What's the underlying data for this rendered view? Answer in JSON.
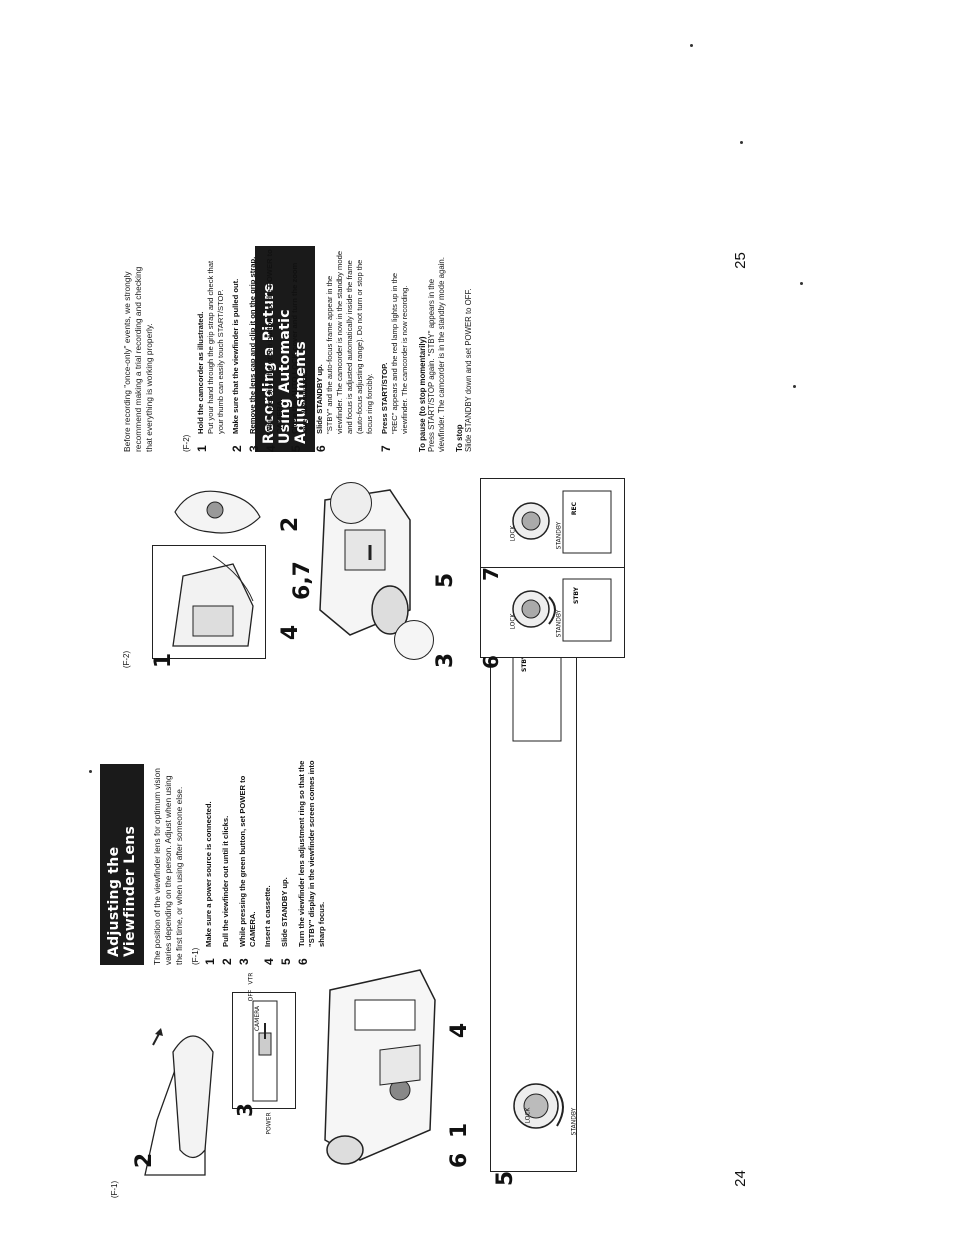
{
  "left": {
    "title": "Adjusting the Viewfinder Lens",
    "intro": "The position of the viewfinder lens for optimum vision varies depending on the person. Adjust when using the first time, or when using after someone else.",
    "fig_ref": "(F-1)",
    "fig_label_side": "(F-1)",
    "steps": [
      {
        "num": "1",
        "text": "Make sure a power source is connected."
      },
      {
        "num": "2",
        "text": "Pull the viewfinder out until it clicks."
      },
      {
        "num": "3",
        "text": "While pressing the green button, set POWER to CAMERA."
      },
      {
        "num": "4",
        "text": "Insert a cassette."
      },
      {
        "num": "5",
        "text": "Slide STANDBY up."
      },
      {
        "num": "6",
        "text": "Turn the viewfinder lens adjustment ring so that the \"STBY\" display in the viewfinder screen comes into sharp focus."
      }
    ],
    "callouts": [
      "2",
      "3",
      "4",
      "5",
      "6",
      "1"
    ],
    "switch_labels": {
      "power": "POWER",
      "camera": "CAMERA",
      "off": "OFF",
      "vtr": "VTR"
    },
    "dial_labels": {
      "lock": "LOCK",
      "standby": "STANDBY"
    },
    "screen_text": "STBY",
    "page_number": "24"
  },
  "right": {
    "title": "Recording a Picture Using Automatic Adjustments",
    "intro": "Before recording \"once-only\" events, we strongly recommend making a trial recording and checking that everything is working properly.",
    "fig_ref": "(F-2)",
    "fig_label_side": "(F-2)",
    "steps": [
      {
        "num": "1",
        "head": "Hold the camcorder as illustrated.",
        "text": "Put your hand through the grip strap and check that your thumb can easily touch START/STOP."
      },
      {
        "num": "2",
        "head": "Make sure that the viewfinder is pulled out.",
        "text": ""
      },
      {
        "num": "3",
        "head": "Remove the lens cap and clip it on the grip strap.",
        "text": ""
      },
      {
        "num": "4",
        "head": "While pressing the green button, set the POWER to CAMERA.",
        "text": ""
      },
      {
        "num": "5",
        "head": "Close the AUTO LOCK cover and turn the zoom lever downwards.",
        "text": ""
      },
      {
        "num": "6",
        "head": "Slide STANDBY up.",
        "text": "\"STBY\" and the auto-focus frame appear in the viewfinder. The camcorder is now in the standby mode and focus is adjusted automatically inside the frame (auto-focus adjusting range). Do not turn or stop the focus ring forcibly."
      },
      {
        "num": "7",
        "head": "Press START/STOP.",
        "text": "\"REC\" appears and the red lamp lights up in the viewfinder. The camcorder is now recording."
      }
    ],
    "pause": {
      "head": "To pause (to stop momentarily)",
      "text": "Press START/STOP again. \"STBY\" appears in the viewfinder. The camcorder is in the standby mode again."
    },
    "stop": {
      "head": "To stop",
      "text": "Slide STANDBY down and set POWER to OFF."
    },
    "callouts": [
      "1",
      "4",
      "6,7",
      "2",
      "5",
      "3",
      "6",
      "7"
    ],
    "screen_text_stby": "STBY",
    "screen_text_rec": "REC",
    "dial_labels": {
      "lock": "LOCK",
      "standby": "STANDBY"
    },
    "page_number": "25"
  }
}
